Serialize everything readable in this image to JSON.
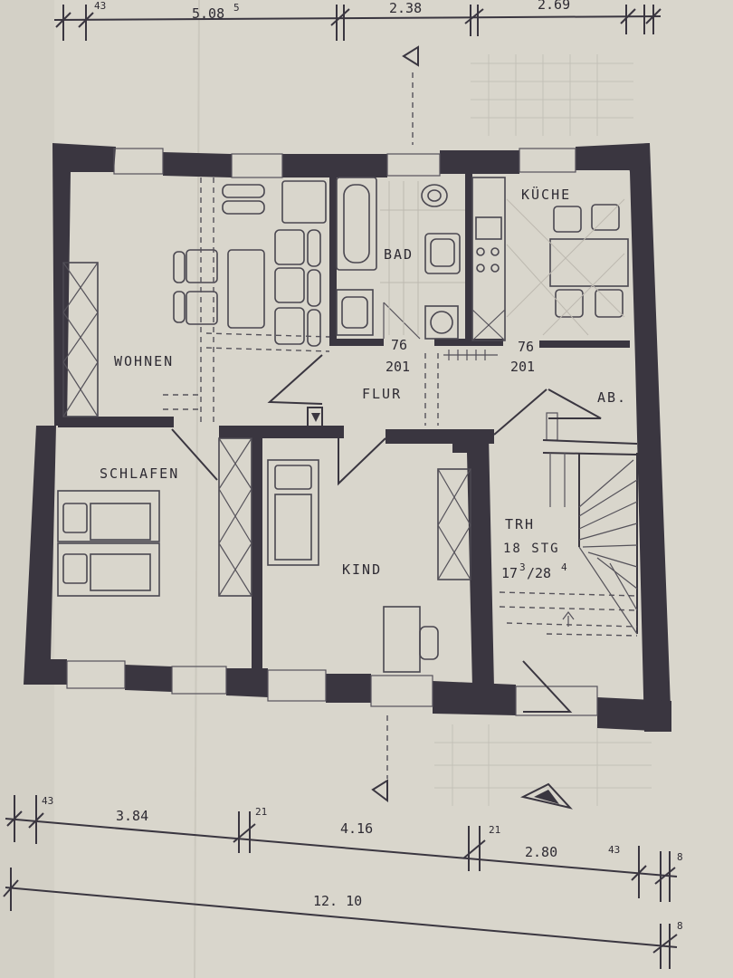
{
  "rooms": {
    "wohnen": "WOHNEN",
    "bad": "BAD",
    "kueche": "KÜCHE",
    "flur": "FLUR",
    "ab": "AB.",
    "schlafen": "SCHLAFEN",
    "kind": "KIND",
    "trh": "TRH",
    "stg": "18 STG",
    "stair_main": "17",
    "stair_sup1": "3",
    "stair_sep": "/28",
    "stair_sup2": "4"
  },
  "doors": {
    "bad_w": "76",
    "bad_h": "201",
    "kueche_w": "76",
    "kueche_h": "201"
  },
  "dims_top": {
    "d1": "43",
    "d2": "5.08",
    "d2_sup": "5",
    "d3": "2.38",
    "d4": "2.69"
  },
  "dims_bottom": {
    "d1": "43",
    "d2": "3.84",
    "d3": "21",
    "d4": "4.16",
    "d5": "21",
    "d6": "2.80",
    "d7": "43",
    "d8": "8",
    "total": "12. 10",
    "total_sup": "8"
  }
}
